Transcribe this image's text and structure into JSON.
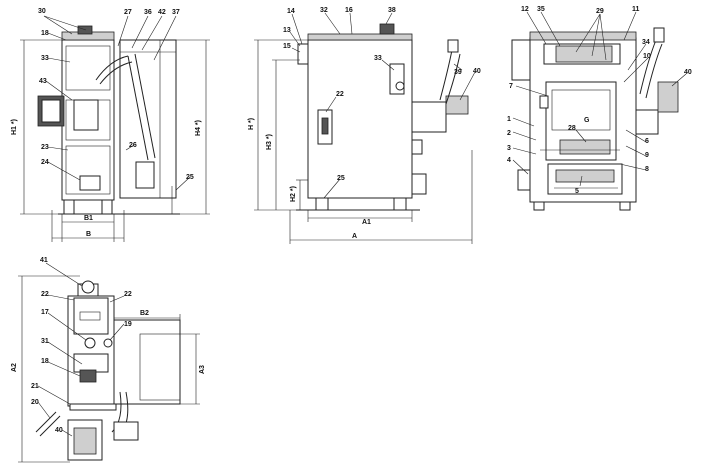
{
  "views": {
    "front": {
      "callouts": [
        "30",
        "27",
        "36",
        "42",
        "37",
        "18",
        "33",
        "43",
        "23",
        "24",
        "26",
        "25"
      ],
      "dims": {
        "h1": "H1 *)",
        "h4": "H4 *)",
        "b1": "B1",
        "b": "B"
      }
    },
    "side": {
      "callouts": [
        "14",
        "32",
        "16",
        "38",
        "13",
        "15",
        "33",
        "39",
        "40",
        "22",
        "25"
      ],
      "dims": {
        "h": "H *)",
        "h3": "H3 *)",
        "h2": "H2 *)",
        "a1": "A1",
        "a": "A"
      }
    },
    "section": {
      "callouts": [
        "12",
        "35",
        "29",
        "11",
        "34",
        "10",
        "40",
        "1",
        "7",
        "6",
        "2",
        "3",
        "4",
        "28",
        "9",
        "8",
        "5"
      ],
      "marker": "G"
    },
    "top": {
      "callouts": [
        "41",
        "22",
        "22",
        "17",
        "19",
        "31",
        "18",
        "21",
        "20",
        "40"
      ],
      "dims": {
        "b2": "B2",
        "a2": "A2",
        "a3": "A3"
      }
    }
  }
}
